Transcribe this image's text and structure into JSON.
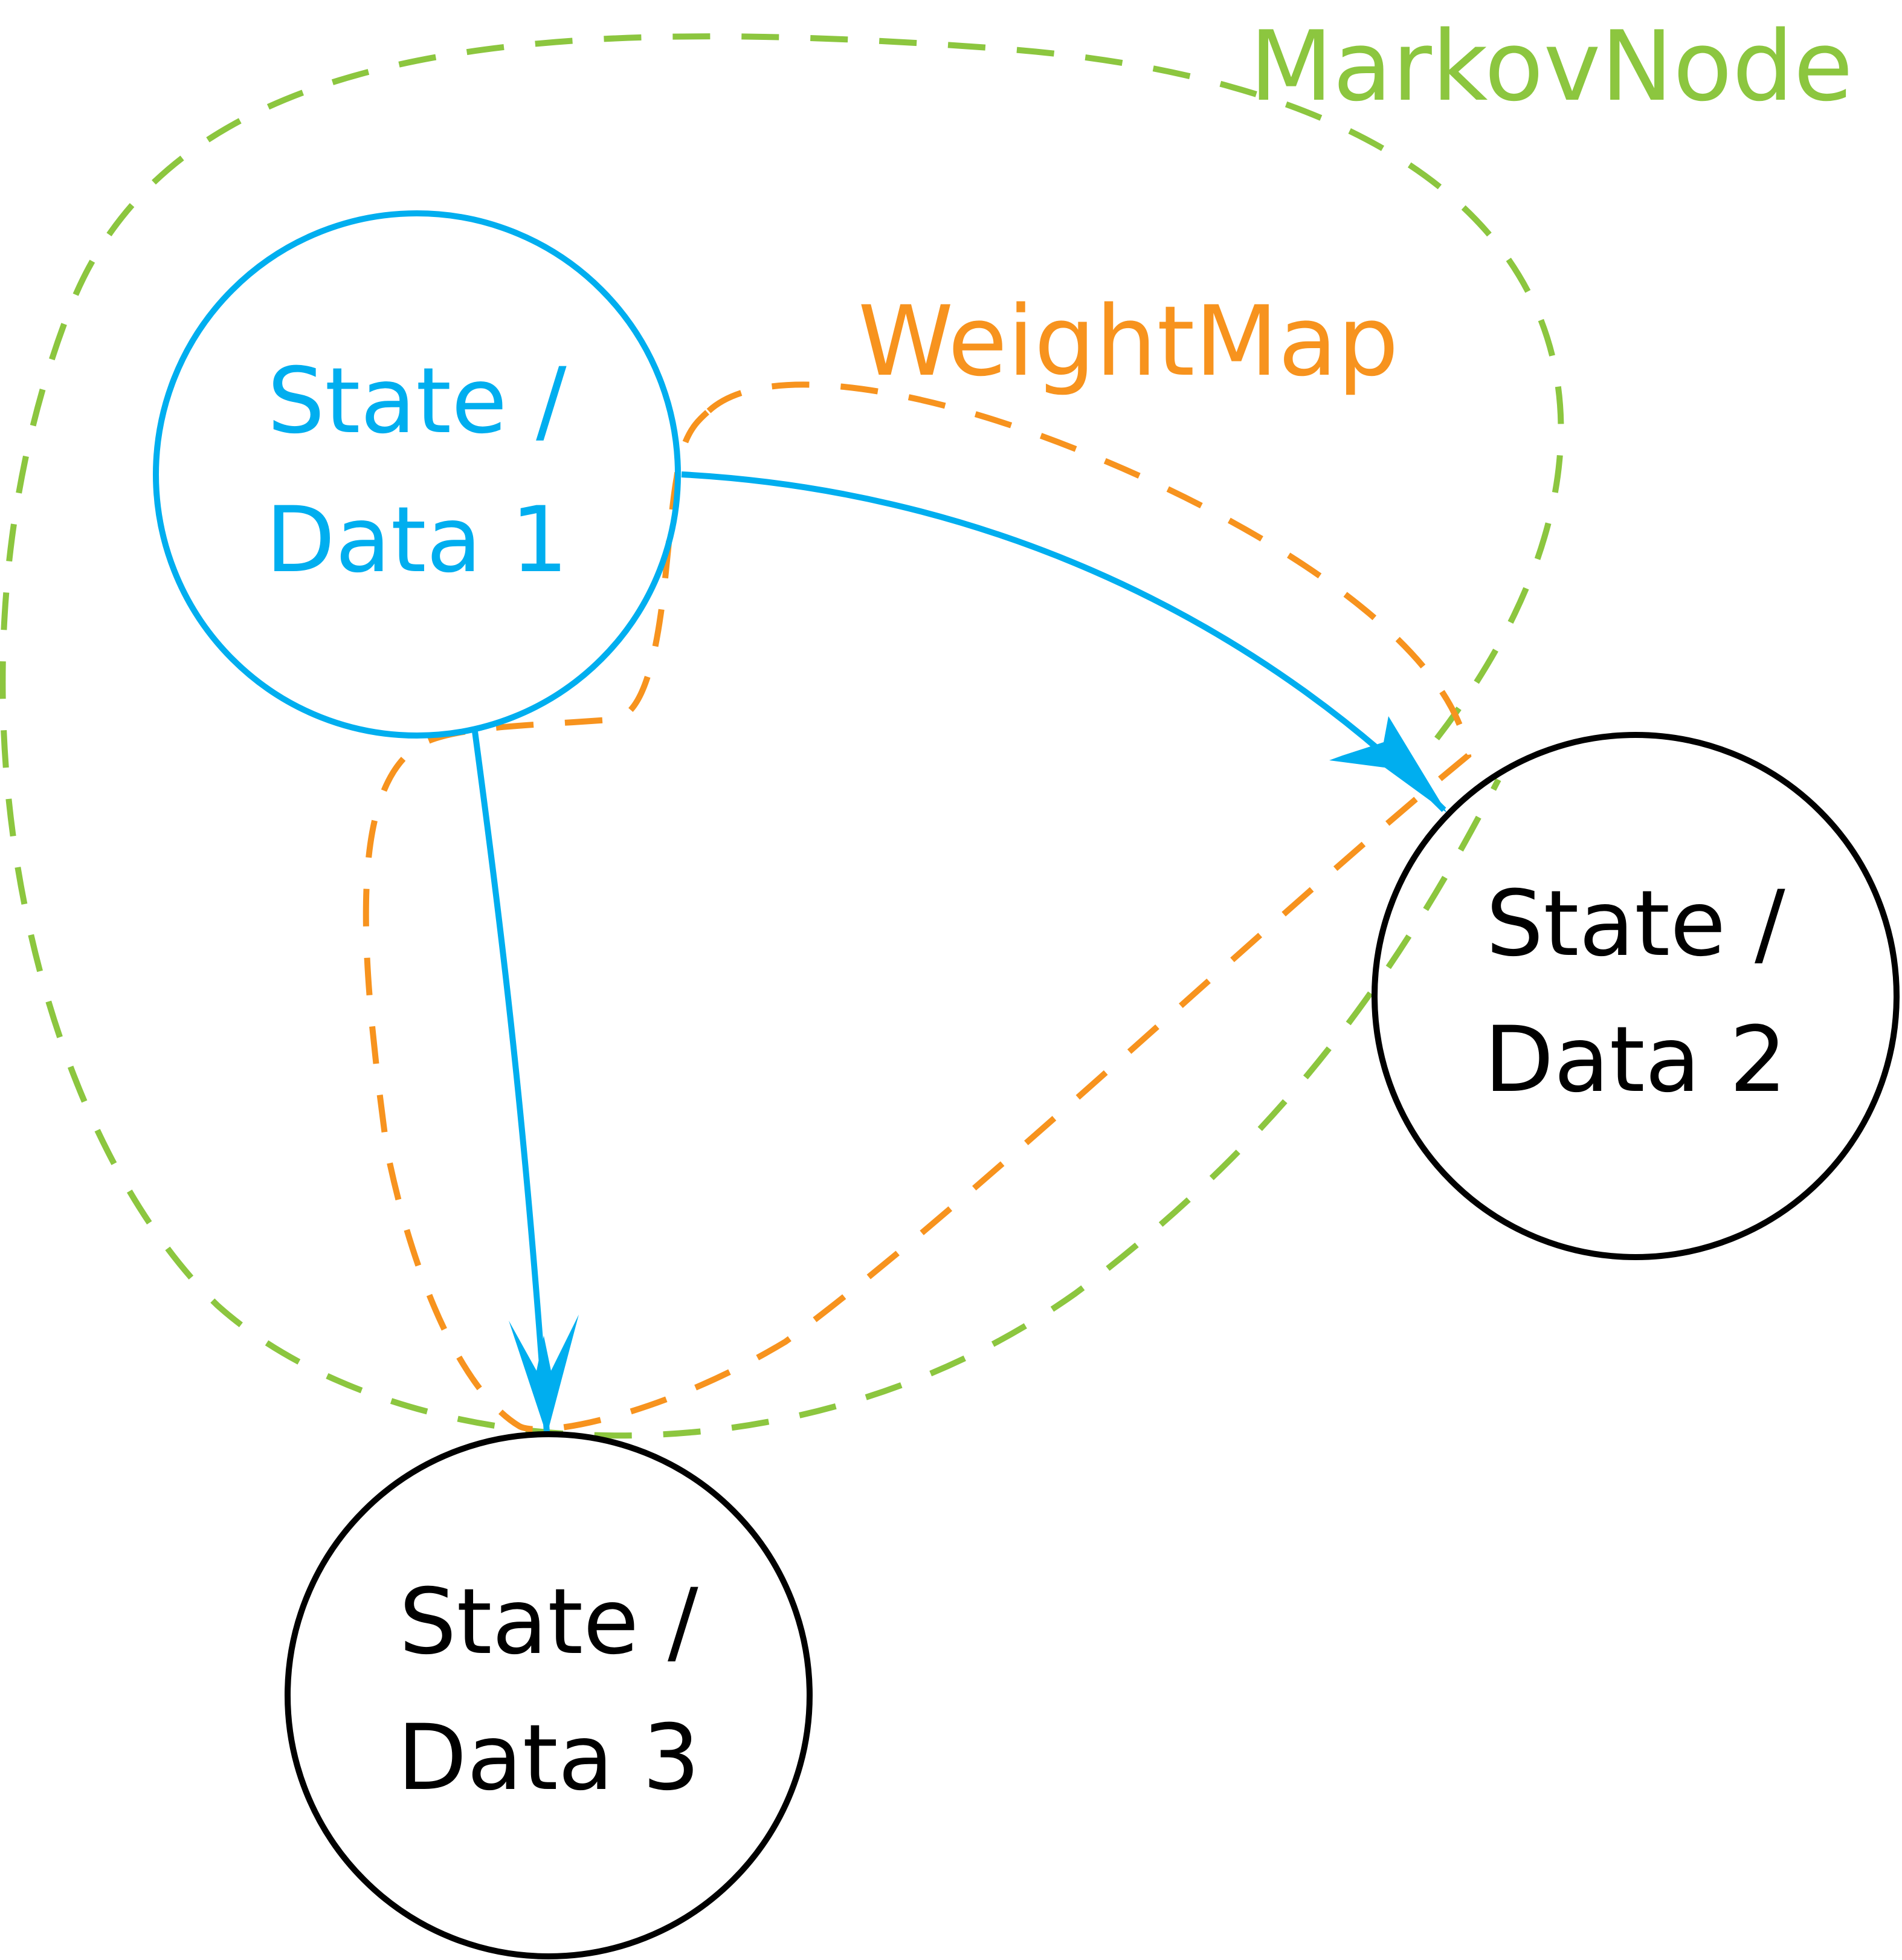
{
  "colors": {
    "markov": "#8cc63f",
    "weight": "#f7931e",
    "state1": "#00aeef",
    "node": "#000000"
  },
  "groups": {
    "markov_label": "MarkovNode",
    "weight_label": "WeightMap"
  },
  "nodes": [
    {
      "line1": "State /",
      "line2": "Data 1"
    },
    {
      "line1": "State /",
      "line2": "Data 2"
    },
    {
      "line1": "State /",
      "line2": "Data 3"
    }
  ],
  "edges": [
    {
      "from": "Data 1",
      "to": "Data 2"
    },
    {
      "from": "Data 1",
      "to": "Data 3"
    }
  ]
}
